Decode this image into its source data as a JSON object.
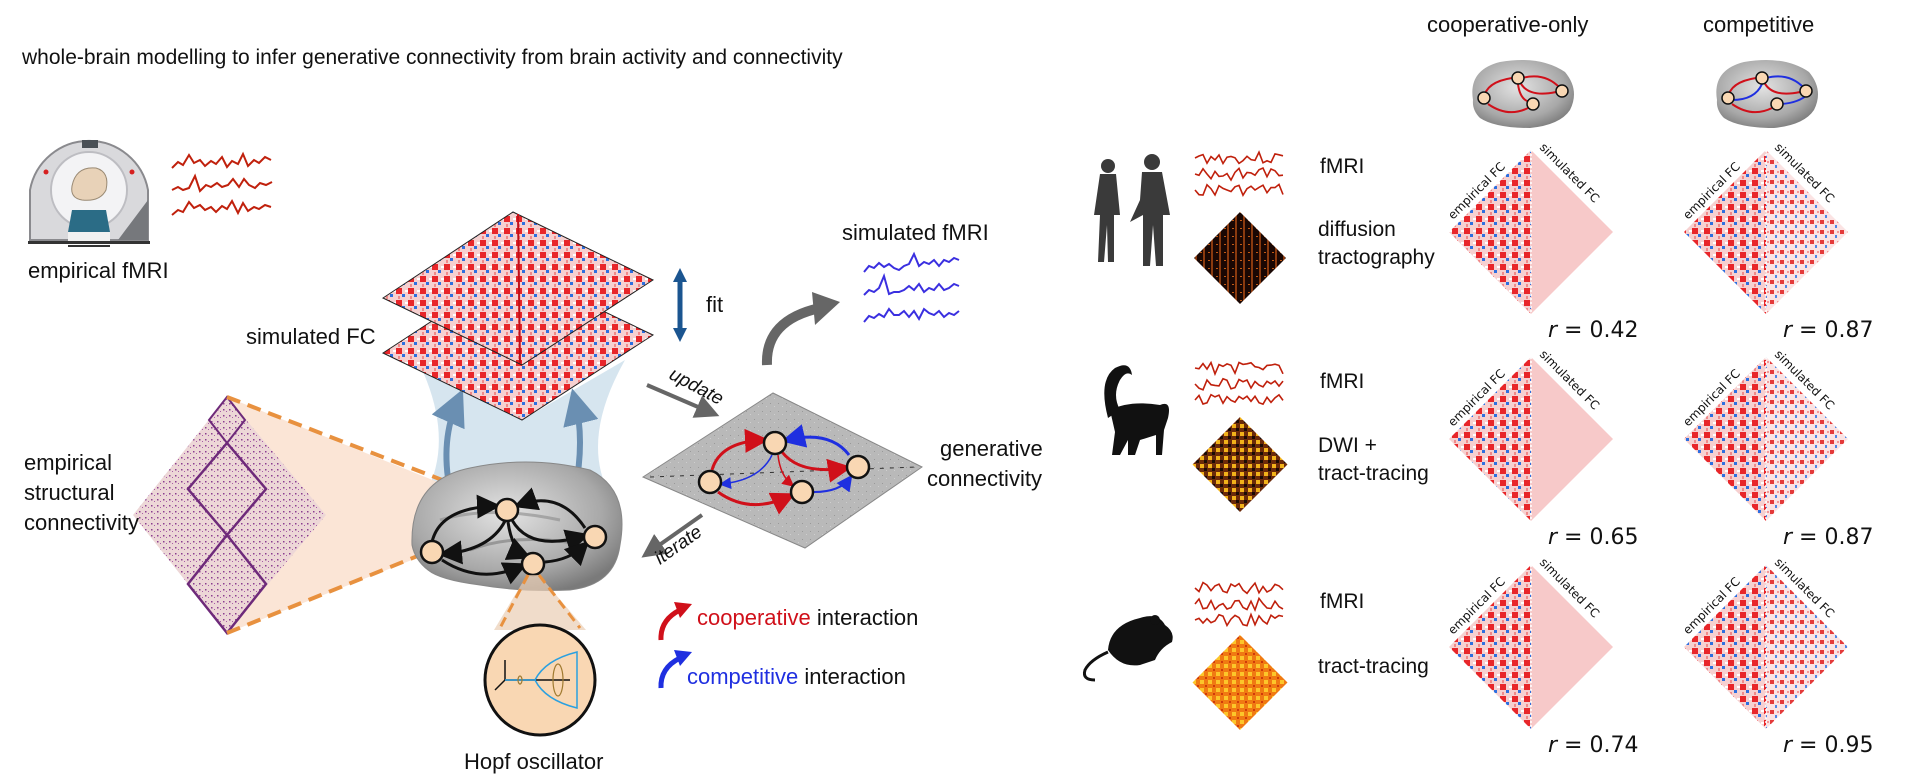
{
  "title": "whole-brain modelling to infer generative connectivity from brain activity and connectivity",
  "workflow": {
    "empirical_fmri_label": "empirical fMRI",
    "simulated_fc_label": "simulated FC",
    "fit_label": "fit",
    "simulated_fmri_label": "simulated fMRI",
    "update_label": "update",
    "iterate_label": "iterate",
    "generative_connectivity_label": [
      "generative",
      "connectivity"
    ],
    "empirical_sc_label": [
      "empirical",
      "structural",
      "connectivity"
    ],
    "hopf_label": "Hopf oscillator",
    "legend": [
      {
        "keyword": "cooperative",
        "rest": " interaction",
        "color": "#d0101a"
      },
      {
        "keyword": "competitive",
        "rest": " interaction",
        "color": "#1f2fe0"
      }
    ]
  },
  "comparison": {
    "columns": [
      "cooperative-only",
      "competitive"
    ],
    "matrix_labels": {
      "left": "empirical FC",
      "right": "simulated FC"
    },
    "rows": [
      {
        "species": "human",
        "data": [
          "fMRI",
          "diffusion",
          "tractography"
        ],
        "r_label": "r",
        "r_values": [
          "0.42",
          "0.87"
        ]
      },
      {
        "species": "macaque",
        "data": [
          "fMRI",
          "DWI +",
          "tract-tracing"
        ],
        "r_label": "r",
        "r_values": [
          "0.65",
          "0.87"
        ]
      },
      {
        "species": "mouse",
        "data": [
          "fMRI",
          "tract-tracing"
        ],
        "r_label": "r",
        "r_values": [
          "0.74",
          "0.95"
        ]
      }
    ]
  },
  "colors": {
    "cooperative": "#d0101a",
    "competitive": "#1f2fe0",
    "fmri_trace": "#c0200c",
    "sim_trace": "#3a2fe0",
    "node_fill": "#f9d7b3",
    "fit_arrow": "#1b5590"
  }
}
